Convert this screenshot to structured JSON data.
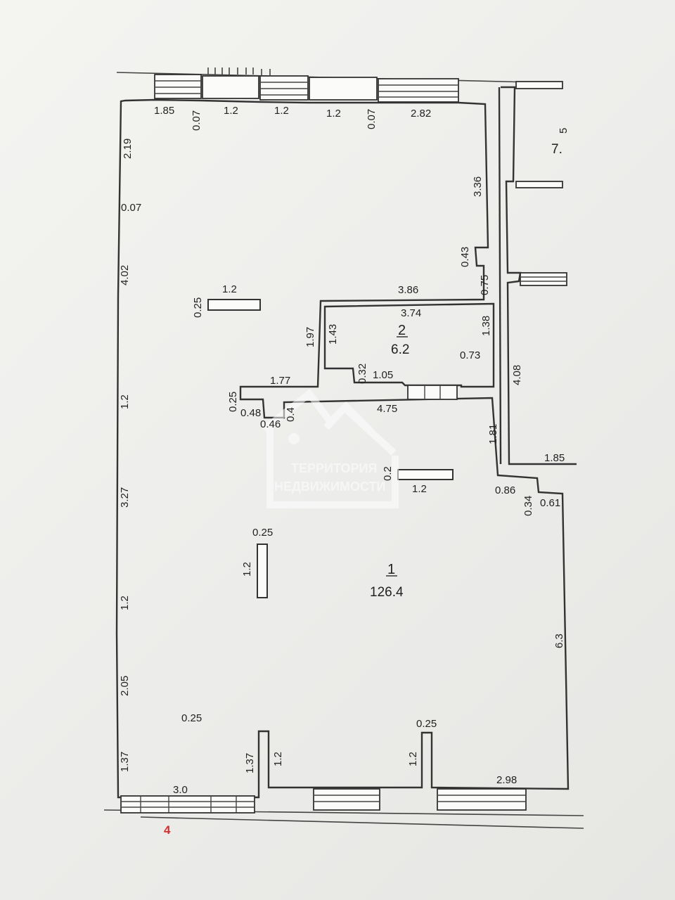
{
  "rooms": [
    {
      "number": "1",
      "area": "126.4"
    },
    {
      "number": "2",
      "area": "6.2"
    }
  ],
  "neighbor_label": "7.",
  "neighbor_label_rot": "5",
  "sheet_mark": "4",
  "watermark": {
    "line1": "ТЕРРИТОРИЯ",
    "line2": "НЕДВИЖИМОСТИ"
  },
  "colors": {
    "walls": "#333333",
    "mark": "#d03030",
    "watermark": "#ffffff"
  },
  "dimensions": {
    "top_1_85": "1.85",
    "top_0_07a": "0.07",
    "top_1_2a": "1.2",
    "top_1_2b": "1.2",
    "top_1_2c": "1.2",
    "top_0_07b": "0.07",
    "top_2_82": "2.82",
    "left_2_19": "2.19",
    "left_0_07": "0.07",
    "left_4_02": "4.02",
    "left_1_2a": "1.2",
    "left_3_27": "3.27",
    "left_1_2b": "1.2",
    "left_2_05": "2.05",
    "left_1_37": "1.37",
    "right_3_36": "3.36",
    "right_0_43": "0.43",
    "right_0_75": "0.75",
    "corr_4_08": "4.08",
    "corr_1_85": "1.85",
    "r2_3_86": "3.86",
    "r2_3_74": "3.74",
    "r2_1_43": "1.43",
    "r2_1_38": "1.38",
    "r2_0_73": "0.73",
    "r2_0_32": "0.32",
    "r2_1_05": "1.05",
    "r2_1_97": "1.97",
    "mid_1_77": "1.77",
    "mid_0_25": "0.25",
    "mid_0_48": "0.48",
    "mid_0_46": "0.46",
    "mid_0_4": "0.4",
    "mid_4_75": "4.75",
    "mid_1_81": "1.81",
    "col1_w": "1.2",
    "col1_h": "0.25",
    "col2_w": "1.2",
    "col2_h": "0.2",
    "col3_w": "0.25",
    "col3_h": "1.2",
    "r_0_86": "0.86",
    "r_0_34": "0.34",
    "r_0_61": "0.61",
    "r_6_3": "6.3",
    "b_0_25a": "0.25",
    "b_0_25b": "0.25",
    "b_1_37": "1.37",
    "b_1_2a": "1.2",
    "b_1_2b": "1.2",
    "b_3_0": "3.0",
    "b_2_98": "2.98"
  }
}
